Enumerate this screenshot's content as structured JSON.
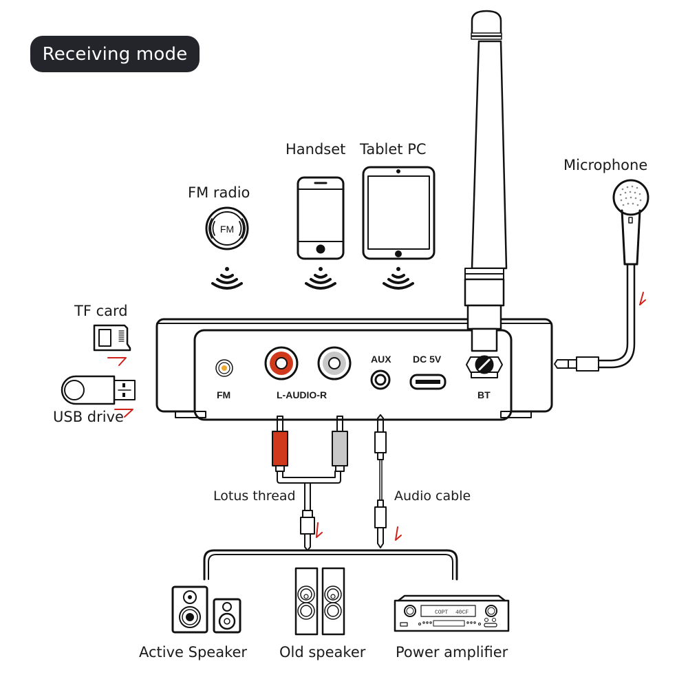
{
  "title": "Receiving mode",
  "sources": {
    "fm_radio": "FM radio",
    "handset": "Handset",
    "tablet": "Tablet PC",
    "microphone": "Microphone",
    "tf_card": "TF card",
    "usb_drive": "USB drive"
  },
  "device_ports": {
    "fm": "FM",
    "audio": "L-AUDIO-R",
    "aux": "AUX",
    "dc": "DC 5V",
    "bt": "BT",
    "fm_icon_text": "FM"
  },
  "cables": {
    "lotus": "Lotus thread",
    "audio": "Audio cable"
  },
  "outputs": {
    "active": "Active Speaker",
    "old": "Old speaker",
    "amp": "Power amplifier",
    "amp_display_left": "COPT",
    "amp_display_right": "40CF"
  },
  "colors": {
    "badge": "#23252a",
    "rca_left": "#d0391c",
    "rca_right": "#c8c8c8",
    "arrow": "#d0201a",
    "fm_dot": "#f0a830"
  }
}
